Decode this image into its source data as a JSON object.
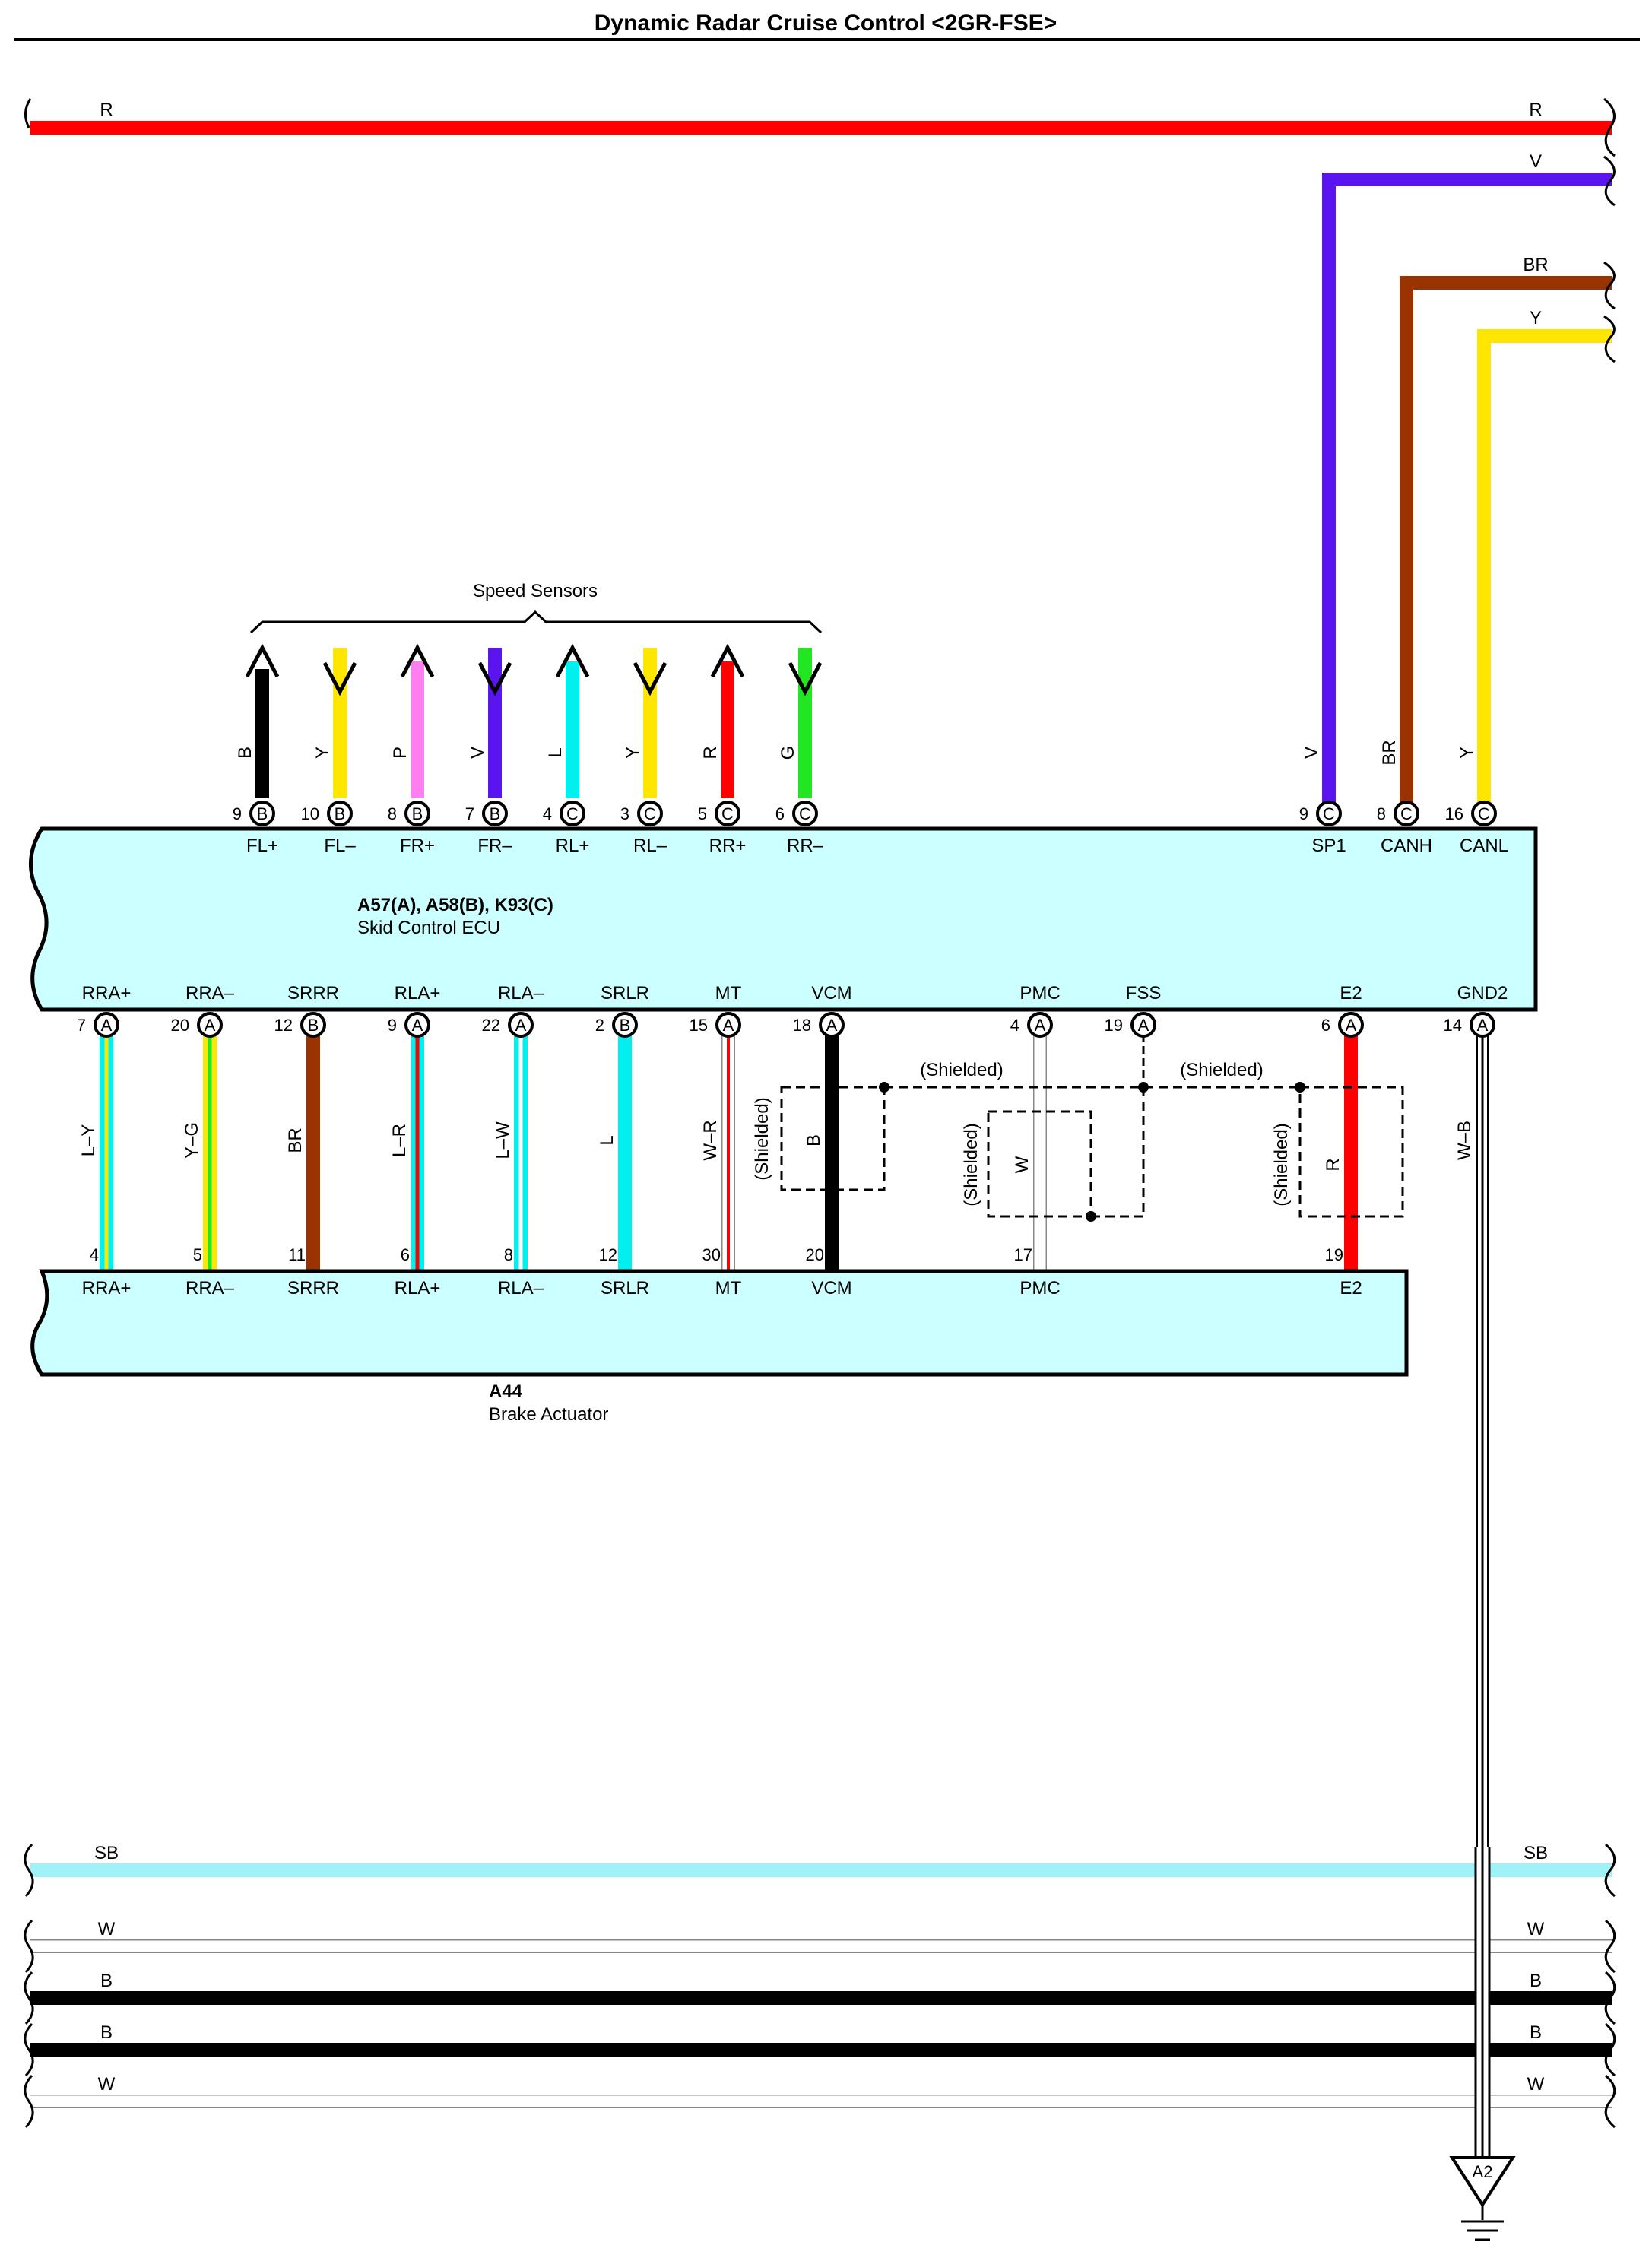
{
  "title": "Dynamic Radar Cruise Control <2GR-FSE>",
  "colors": {
    "R": "#ff0000",
    "V": "#5a14f0",
    "BR": "#993300",
    "Y": "#ffe600",
    "B": "#000000",
    "P": "#ff7ff0",
    "L": "#00f0f0",
    "G": "#22e622",
    "SB": "#9ff3f8",
    "W": "#ffffff",
    "ecu_fill": "#ccffff"
  },
  "top_wires": [
    {
      "left": "R",
      "right": "R"
    },
    {
      "right": "V"
    },
    {
      "right": "BR"
    },
    {
      "right": "Y"
    }
  ],
  "speed_sensors": {
    "label": "Speed Sensors",
    "wires": [
      {
        "color": "B",
        "pin": "9",
        "conn": "B",
        "term": "FL+"
      },
      {
        "color": "Y",
        "pin": "10",
        "conn": "B",
        "term": "FL–"
      },
      {
        "color": "P",
        "pin": "8",
        "conn": "B",
        "term": "FR+"
      },
      {
        "color": "V",
        "pin": "7",
        "conn": "B",
        "term": "FR–"
      },
      {
        "color": "L",
        "pin": "4",
        "conn": "C",
        "term": "RL+"
      },
      {
        "color": "Y",
        "pin": "3",
        "conn": "C",
        "term": "RL–"
      },
      {
        "color": "R",
        "pin": "5",
        "conn": "C",
        "term": "RR+"
      },
      {
        "color": "G",
        "pin": "6",
        "conn": "C",
        "term": "RR–"
      }
    ]
  },
  "can_wires": [
    {
      "color": "V",
      "pin": "9",
      "conn": "C",
      "term": "SP1"
    },
    {
      "color": "BR",
      "pin": "8",
      "conn": "C",
      "term": "CANH"
    },
    {
      "color": "Y",
      "pin": "16",
      "conn": "C",
      "term": "CANL"
    }
  ],
  "skid_ecu": {
    "code": "A57(A), A58(B), K93(C)",
    "name": "Skid Control ECU"
  },
  "ecu_bottom": [
    {
      "term": "RRA+",
      "pin": "7",
      "conn": "A"
    },
    {
      "term": "RRA–",
      "pin": "20",
      "conn": "A"
    },
    {
      "term": "SRRR",
      "pin": "12",
      "conn": "B"
    },
    {
      "term": "RLA+",
      "pin": "9",
      "conn": "A"
    },
    {
      "term": "RLA–",
      "pin": "22",
      "conn": "A"
    },
    {
      "term": "SRLR",
      "pin": "2",
      "conn": "B"
    },
    {
      "term": "MT",
      "pin": "15",
      "conn": "A"
    },
    {
      "term": "VCM",
      "pin": "18",
      "conn": "A"
    },
    {
      "term": "PMC",
      "pin": "4",
      "conn": "A"
    },
    {
      "term": "FSS",
      "pin": "19",
      "conn": "A"
    },
    {
      "term": "E2",
      "pin": "6",
      "conn": "A"
    },
    {
      "term": "GND2",
      "pin": "14",
      "conn": "A"
    }
  ],
  "mid_wires": [
    {
      "label": "L–Y"
    },
    {
      "label": "Y–G"
    },
    {
      "label": "BR"
    },
    {
      "label": "L–R"
    },
    {
      "label": "L–W"
    },
    {
      "label": "L"
    },
    {
      "label": "W–R"
    },
    {
      "label": "B"
    },
    {
      "label": "W"
    },
    {
      "label": "R"
    },
    {
      "label": "W–B"
    }
  ],
  "shielded": "(Shielded)",
  "actuator": {
    "code": "A44",
    "name": "Brake Actuator",
    "pins": [
      {
        "pin": "4",
        "term": "RRA+"
      },
      {
        "pin": "5",
        "term": "RRA–"
      },
      {
        "pin": "11",
        "term": "SRRR"
      },
      {
        "pin": "6",
        "term": "RLA+"
      },
      {
        "pin": "8",
        "term": "RLA–"
      },
      {
        "pin": "12",
        "term": "SRLR"
      },
      {
        "pin": "30",
        "term": "MT"
      },
      {
        "pin": "20",
        "term": "VCM"
      },
      {
        "pin": "17",
        "term": "PMC"
      },
      {
        "pin": "19",
        "term": "E2"
      }
    ]
  },
  "bottom_wires": [
    {
      "left": "SB",
      "right": "SB"
    },
    {
      "left": "W",
      "right": "W"
    },
    {
      "left": "B",
      "right": "B"
    },
    {
      "left": "B",
      "right": "B"
    },
    {
      "left": "W",
      "right": "W"
    }
  ],
  "ground": "A2"
}
